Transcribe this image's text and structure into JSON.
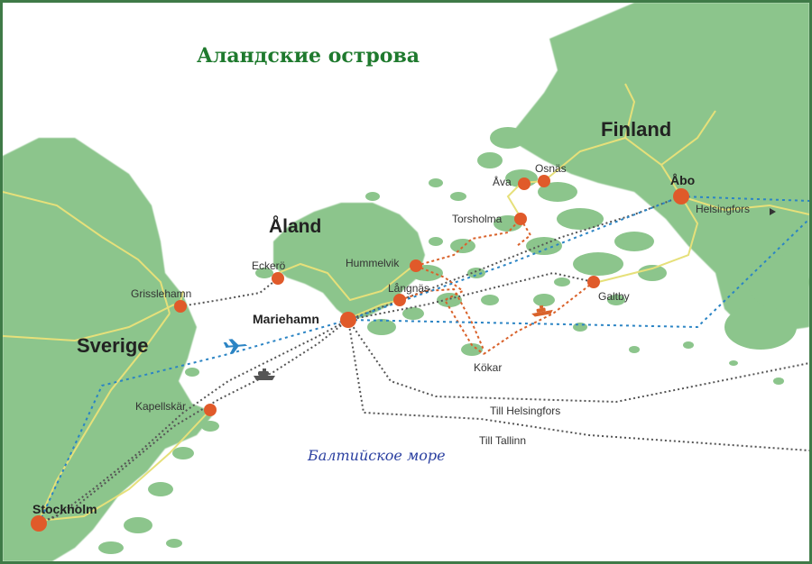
{
  "title": "Аландские острова",
  "sea_label": "Балтийское море",
  "regions": {
    "sweden": "Sverige",
    "aland": "Åland",
    "finland": "Finland"
  },
  "cities": {
    "stockholm": "Stockholm",
    "kapellskar": "Kapellskär",
    "grisslehamn": "Grisslehamn",
    "eckero": "Eckerö",
    "mariehamn": "Mariehamn",
    "hummelvik": "Hummelvik",
    "langnas": "Långnäs",
    "kokar": "Kökar",
    "galtby": "Galtby",
    "torsholma": "Torsholma",
    "ava": "Åva",
    "osnas": "Osnäs",
    "abo": "Åbo",
    "helsingfors": "Helsingfors"
  },
  "routes": {
    "till_helsingfors": "Till Helsingfors",
    "till_tallinn": "Till Tallinn"
  },
  "colors": {
    "land": "#8cc58c",
    "land_dark": "#6fb16f",
    "road": "#e6e07a",
    "city_dot": "#e05a2a",
    "ferry_line": "#555555",
    "local_ferry": "#d9622b",
    "flight_line": "#2b84c4",
    "title": "#1f7a2e",
    "sea_label": "#2a3fa0"
  },
  "icons": {
    "plane": "plane-icon",
    "ferry": "ferry-icon"
  }
}
